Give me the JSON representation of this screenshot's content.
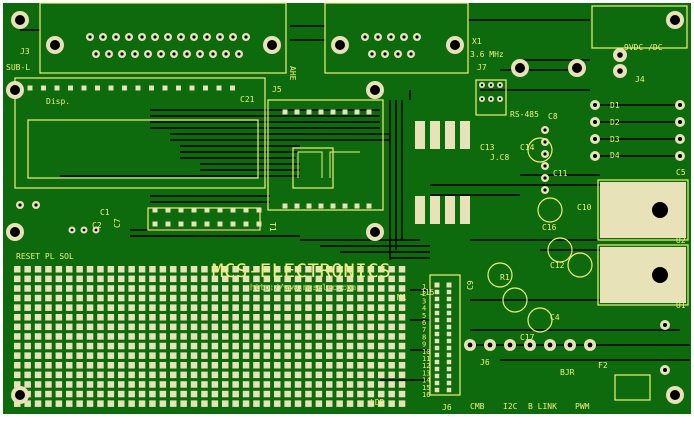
{
  "board": {
    "silk_color": "#f2f07a",
    "pad_color": "#e8e2b8",
    "board_color": "#0d6b0d",
    "trace_color": "#000000",
    "brand": "MCS-ELECTRONICS",
    "url": "http://www.mcselec.com"
  },
  "labels": {
    "j3": "J3",
    "sub_l": "SUB-L",
    "disp": "Disp.",
    "c21": "C21",
    "j5": "J5",
    "ahe": "AHE",
    "c1": "C1",
    "c7": "C7",
    "c2": "C2",
    "x1": "X1",
    "freq": "3.6 MHz",
    "j7": "J7",
    "rs485": "RS-485",
    "c8": "C8",
    "jc8": "J.C8",
    "pwr": "9VDC /DC",
    "j4": "J4",
    "u2": "U2",
    "u1": "U1",
    "c5": "C5",
    "d1": "D1",
    "d2": "D2",
    "d3": "D3",
    "d4": "D4",
    "c4": "C4",
    "r1": "R1",
    "c9": "C9",
    "c16": "C16",
    "c12": "C12",
    "c17": "C17",
    "c11": "C11",
    "c10": "C10",
    "j6": "J6",
    "j6b": "J6",
    "j15": "J15",
    "cmb": "CMB",
    "i2c": "I2C",
    "link": "B LINK",
    "pwm": "PWM",
    "bjr": "BJR",
    "f2": "F2",
    "t1": "T1",
    "pins": [
      "1",
      "2",
      "3",
      "4",
      "5",
      "6",
      "7",
      "8",
      "9",
      "10",
      "11",
      "12",
      "13",
      "14",
      "15",
      "16"
    ],
    "reset": "RESET PL SOL",
    "ldr": "LDR",
    "m1": "M1",
    "c13": "C13",
    "c14": "C14"
  }
}
